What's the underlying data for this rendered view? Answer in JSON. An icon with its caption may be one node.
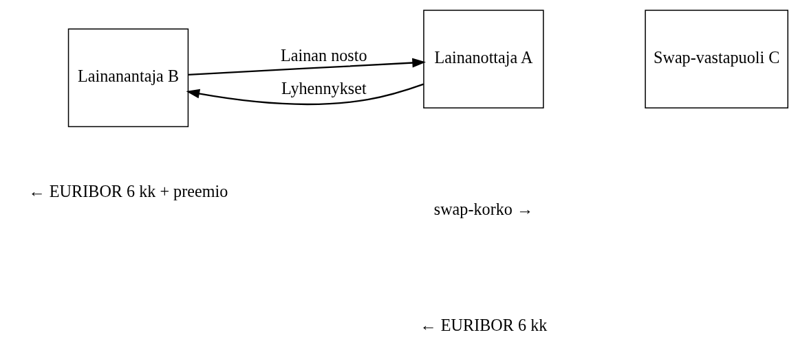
{
  "diagram": {
    "nodes": [
      {
        "text": [
          "Lainanantaja B"
        ]
      },
      {
        "text": [
          "Lainanottaja A"
        ]
      },
      {
        "text": [
          "Swap-vastapuoli C"
        ]
      }
    ],
    "edges": [
      {
        "from": 0,
        "to": 1,
        "arrow": "to",
        "label": "Lainan nosto"
      },
      {
        "from": 1,
        "to": 0,
        "arrow": "to",
        "label": "Lyhennykset"
      }
    ],
    "labels": [
      "swap-korko →",
      "← EURIBOR 6 kk + preemio",
      "← EURIBOR 6 kk"
    ]
  }
}
